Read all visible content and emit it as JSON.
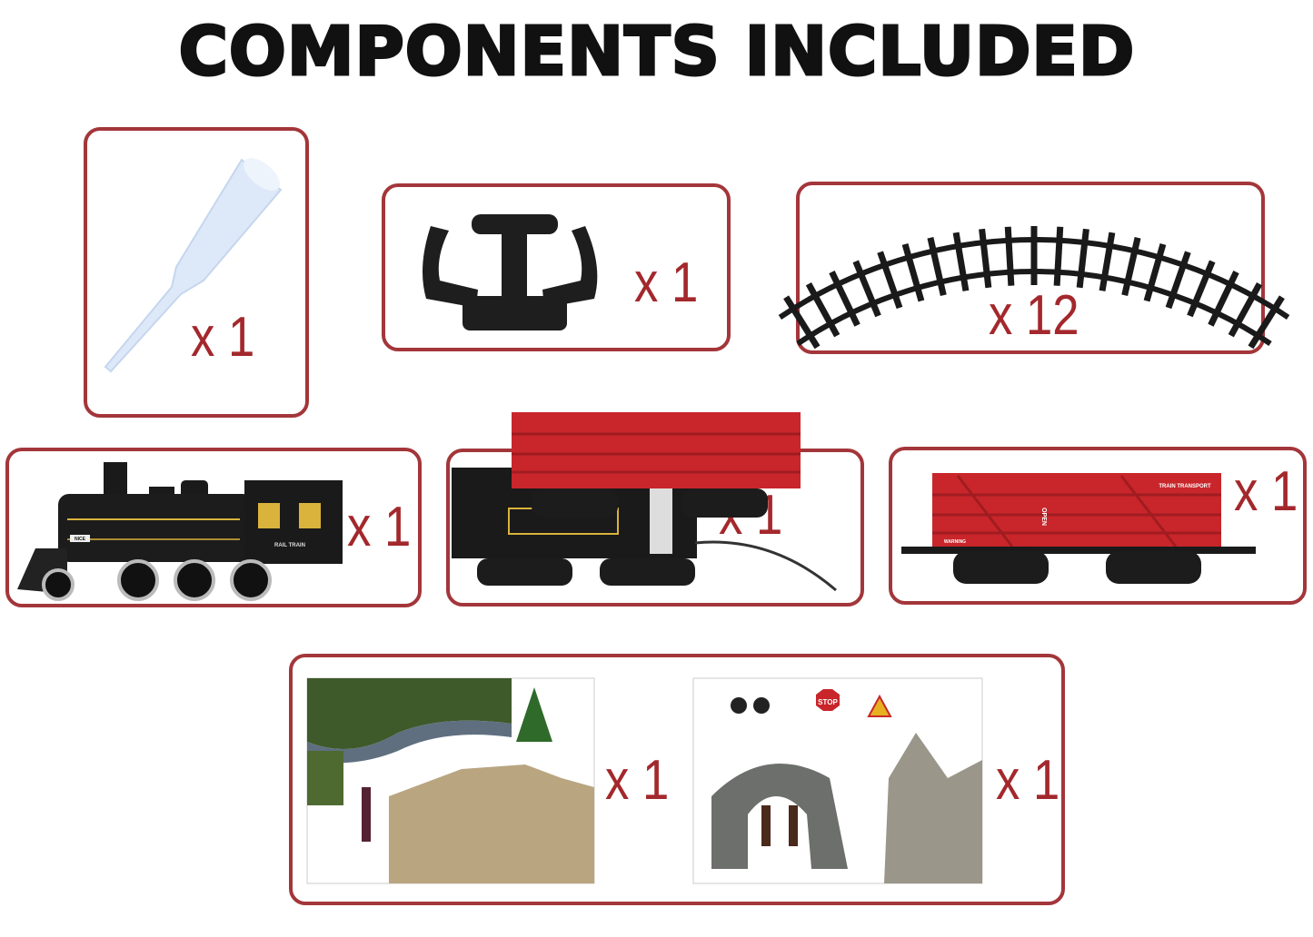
{
  "title": "COMPONENTS INCLUDED",
  "colors": {
    "frame": "#a3363a",
    "quantity": "#a3282c",
    "wagon": "#c8262b",
    "locomotive": "#1a1a1a"
  },
  "components": [
    {
      "item": "oil-bottle",
      "quantity": "x 1"
    },
    {
      "item": "track-connector",
      "quantity": "x 1"
    },
    {
      "item": "curved-track",
      "quantity": "x 12"
    },
    {
      "item": "locomotive",
      "quantity": "x 1",
      "markings": [
        "NICE",
        "RAIL TRAIN"
      ]
    },
    {
      "item": "tender",
      "quantity": "x 1"
    },
    {
      "item": "cattle-wagon",
      "quantity": "x 1",
      "markings": [
        "TRAIN TRANSPORT",
        "OPEN",
        "WARNING"
      ]
    },
    {
      "item": "scenery-sheet-castle",
      "quantity": "x 1"
    },
    {
      "item": "scenery-sheet-signs",
      "quantity": "x 1",
      "markings": [
        "STOP"
      ]
    }
  ]
}
